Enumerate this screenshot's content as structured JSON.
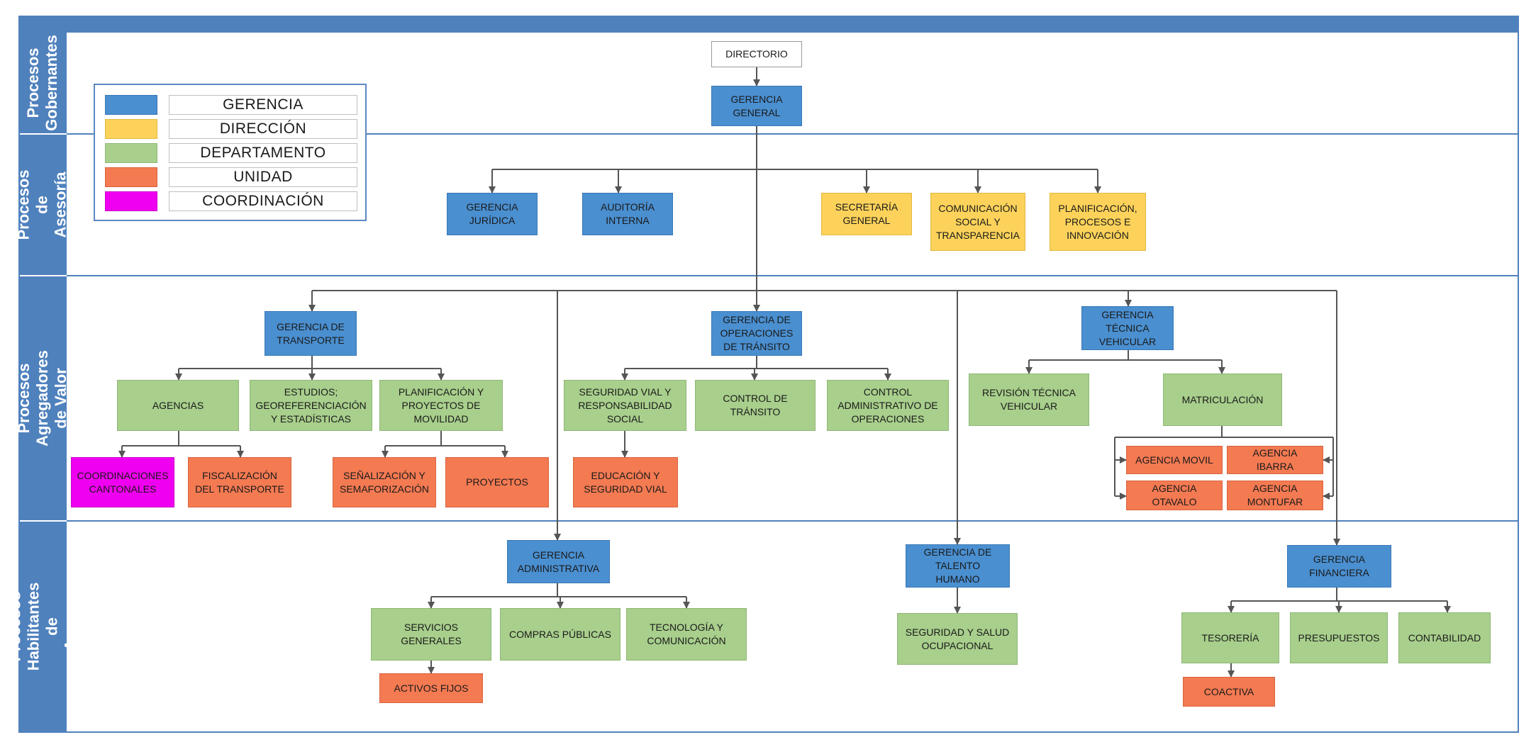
{
  "colors": {
    "gerencia": "#4a8fd0",
    "direccion": "#fcd25a",
    "departamento": "#a8cf8c",
    "unidad": "#f47a52",
    "coordinacion": "#f000f0",
    "lane": "#4f81bd"
  },
  "lanes": {
    "gobernantes": "Procesos\nGobernantes",
    "asesoria": "Procesos de\nAsesoría",
    "agregadores": "Procesos Agregadores de Valor",
    "habilitantes": "Procesos Habilitantes de\nApoyo"
  },
  "legend": {
    "gerencia": "GERENCIA",
    "direccion": "DIRECCIÓN",
    "departamento": "DEPARTAMENTO",
    "unidad": "UNIDAD",
    "coordinacion": "COORDINACIÓN"
  },
  "nodes": {
    "directorio": "DIRECTORIO",
    "gerencia_general": "GERENCIA\nGENERAL",
    "gerencia_juridica": "GERENCIA\nJURÍDICA",
    "auditoria_interna": "AUDITORÍA\nINTERNA",
    "secretaria_general": "SECRETARÍA\nGENERAL",
    "comunicacion_social": "COMUNICACIÓN\nSOCIAL Y\nTRANSPARENCIA",
    "planificacion_procesos": "PLANIFICACIÓN,\nPROCESOS E\nINNOVACIÓN",
    "gerencia_transporte": "GERENCIA DE\nTRANSPORTE",
    "gerencia_operaciones": "GERENCIA DE\nOPERACIONES\nDE TRÁNSITO",
    "gerencia_tecnica": "GERENCIA\nTÉCNICA\nVEHICULAR",
    "agencias": "AGENCIAS",
    "estudios": "ESTUDIOS;\nGEOREFERENCIACIÓN\nY ESTADÍSTICAS",
    "planificacion_movilidad": "PLANIFICACIÓN Y\nPROYECTOS DE\nMOVILIDAD",
    "coordinaciones_cantonales": "COORDINACIONES\nCANTONALES",
    "fiscalizacion": "FISCALIZACIÓN\nDEL TRANSPORTE",
    "senalizacion": "SEÑALIZACIÓN Y\nSEMAFORIZACIÓN",
    "proyectos": "PROYECTOS",
    "seguridad_vial": "SEGURIDAD VIAL Y\nRESPONSABILIDAD\nSOCIAL",
    "control_transito": "CONTROL DE\nTRÁNSITO",
    "control_administrativo": "CONTROL\nADMINISTRATIVO DE\nOPERACIONES",
    "educacion_seguridad": "EDUCACIÓN Y\nSEGURIDAD VIAL",
    "revision_tecnica": "REVISIÓN TÉCNICA\nVEHICULAR",
    "matriculacion": "MATRICULACIÓN",
    "agencia_movil": "AGENCIA MOVIL",
    "agencia_ibarra": "AGENCIA\nIBARRA",
    "agencia_otavalo": "AGENCIA\nOTAVALO",
    "agencia_montufar": "AGENCIA\nMONTUFAR",
    "gerencia_administrativa": "GERENCIA\nADMINISTRATIVA",
    "servicios_generales": "SERVICIOS\nGENERALES",
    "compras_publicas": "COMPRAS PÚBLICAS",
    "tecnologia": "TECNOLOGÍA Y\nCOMUNICACIÓN",
    "activos_fijos": "ACTIVOS FIJOS",
    "gerencia_talento": "GERENCIA DE\nTALENTO\nHUMANO",
    "seguridad_salud": "SEGURIDAD Y SALUD\nOCUPACIONAL",
    "gerencia_financiera": "GERENCIA\nFINANCIERA",
    "tesoreria": "TESORERÍA",
    "presupuestos": "PRESUPUESTOS",
    "contabilidad": "CONTABILIDAD",
    "coactiva": "COACTIVA"
  }
}
